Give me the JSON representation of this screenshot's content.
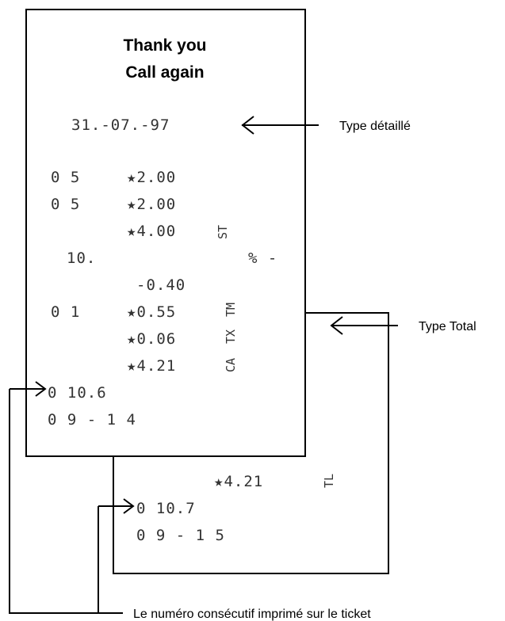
{
  "receipt1": {
    "header_line1": "Thank you",
    "header_line2": "Call again",
    "date": "31.-07.-97",
    "qty1": "0 5",
    "price1": "★2.00",
    "qty2": "0 5",
    "price2": "★2.00",
    "subtotal": "★4.00",
    "subtotal_code": "ST",
    "discount_rate": "10.",
    "discount_code": "% -",
    "discount_amount": "-0.40",
    "tax_qty": "0 1",
    "tax_amount1": "★0.55",
    "tax_code1": "TM",
    "tax_amount2": "★0.06",
    "tax_code2": "TX",
    "cash_amount": "★4.21",
    "cash_code": "CA",
    "consecutive_no": "0 10.6",
    "time": "0 9 - 1 4"
  },
  "receipt2": {
    "total_amount": "★4.21",
    "total_code": "TL",
    "consecutive_no": "0 10.7",
    "time": "0 9 - 1 5"
  },
  "annotations": {
    "detailed_type": "Type détaillé",
    "total_type": "Type Total",
    "consecutive_number": "Le numéro consécutif imprimé sur le ticket"
  }
}
